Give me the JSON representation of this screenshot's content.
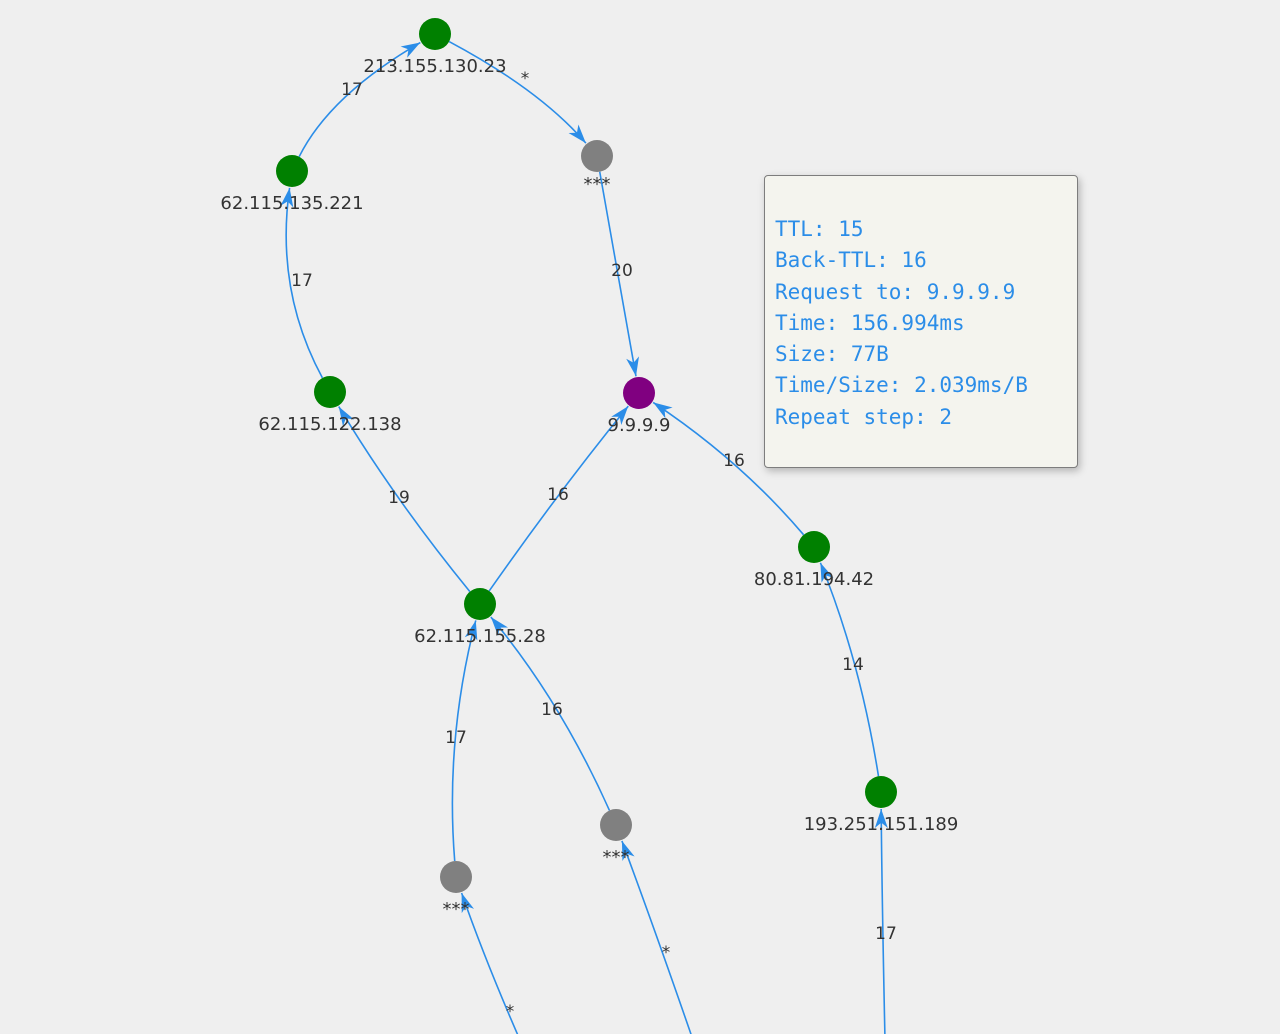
{
  "graph": {
    "node_colors": {
      "hop": "#008000",
      "unknown": "#808080",
      "target": "#800080"
    },
    "edge_color": "#2b8de8",
    "nodes": [
      {
        "id": "n1",
        "label": "213.155.130.23",
        "kind": "hop"
      },
      {
        "id": "n2",
        "label": "***",
        "kind": "unknown"
      },
      {
        "id": "n3",
        "label": "62.115.135.221",
        "kind": "hop"
      },
      {
        "id": "n4",
        "label": "62.115.122.138",
        "kind": "hop"
      },
      {
        "id": "n5",
        "label": "9.9.9.9",
        "kind": "target"
      },
      {
        "id": "n6",
        "label": "80.81.194.42",
        "kind": "hop"
      },
      {
        "id": "n7",
        "label": "62.115.155.28",
        "kind": "hop"
      },
      {
        "id": "n8",
        "label": "193.251.151.189",
        "kind": "hop"
      },
      {
        "id": "n9",
        "label": "***",
        "kind": "unknown"
      },
      {
        "id": "n10",
        "label": "***",
        "kind": "unknown"
      }
    ],
    "edges": [
      {
        "from": "n3",
        "to": "n1",
        "label": "17"
      },
      {
        "from": "n1",
        "to": "n2",
        "label": "*"
      },
      {
        "from": "n4",
        "to": "n3",
        "label": "17"
      },
      {
        "from": "n2",
        "to": "n5",
        "label": "20"
      },
      {
        "from": "n7",
        "to": "n4",
        "label": "19"
      },
      {
        "from": "n7",
        "to": "n5",
        "label": "16"
      },
      {
        "from": "n6",
        "to": "n5",
        "label": "16"
      },
      {
        "from": "n8",
        "to": "n6",
        "label": "14"
      },
      {
        "from": "n10",
        "to": "n7",
        "label": "17"
      },
      {
        "from": "n9",
        "to": "n7",
        "label": "16"
      },
      {
        "from": null,
        "to": "n10",
        "label": "*"
      },
      {
        "from": null,
        "to": "n9",
        "label": "*"
      },
      {
        "from": null,
        "to": "n8",
        "label": "17"
      }
    ]
  },
  "tooltip": {
    "ttl": "TTL: 15",
    "back_ttl": "Back-TTL: 16",
    "request_to": "Request to: 9.9.9.9",
    "time": "Time: 156.994ms",
    "size": "Size: 77B",
    "time_size": "Time/Size: 2.039ms/B",
    "repeat_step": "Repeat step: 2"
  }
}
